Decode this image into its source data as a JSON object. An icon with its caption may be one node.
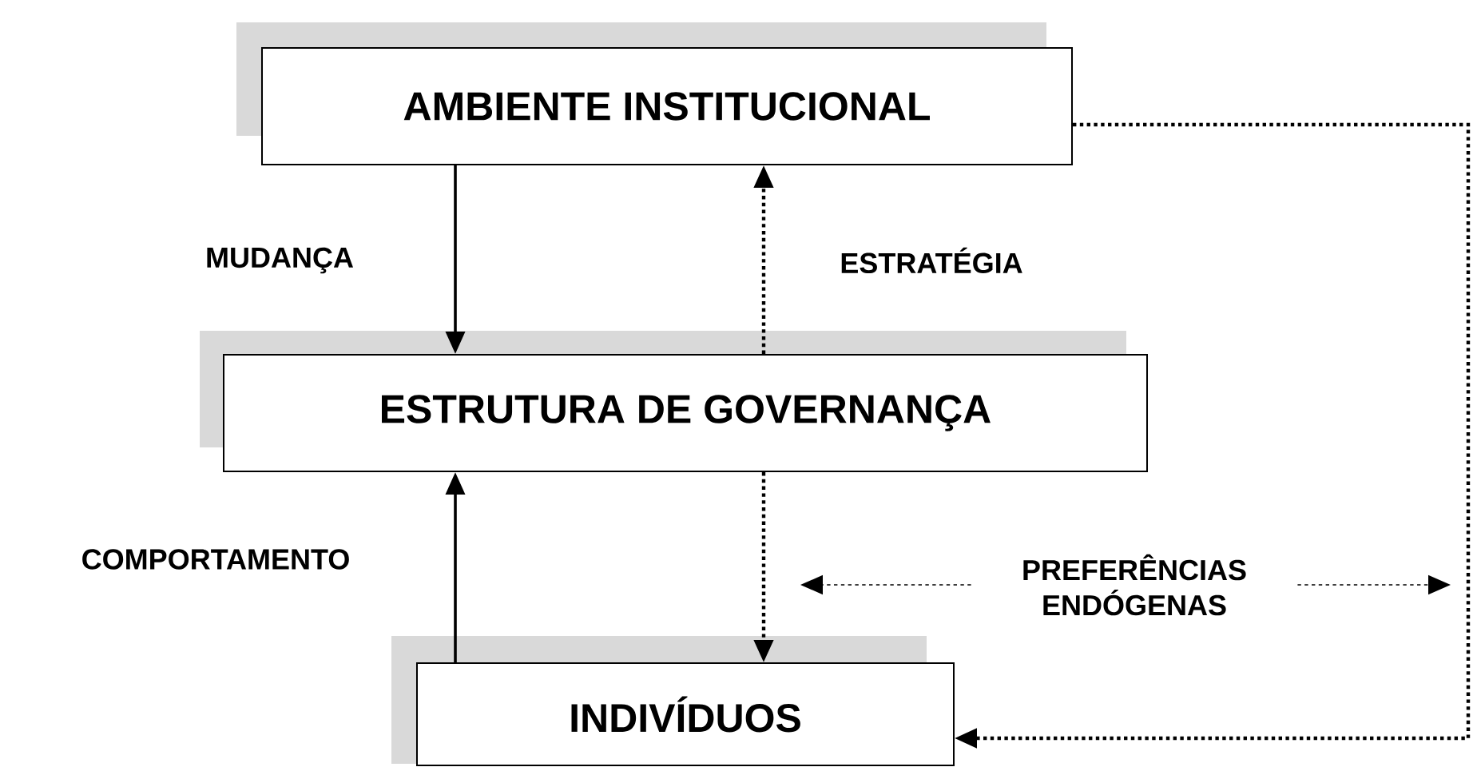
{
  "diagram": {
    "nodes": [
      {
        "text": [
          "AMBIENTE INSTITUCIONAL"
        ]
      },
      {
        "text": [
          "ESTRUTURA DE GOVERNANÇA"
        ]
      },
      {
        "text": [
          "INDIVÍDUOS"
        ]
      },
      {
        "text": [
          "PREFERÊNCIAS ENDÓGENAS"
        ]
      }
    ],
    "edges": [
      {
        "from": 0,
        "to": 1,
        "arrow": "to",
        "label": "MUDANÇA"
      },
      {
        "from": 1,
        "to": 0,
        "arrow": "to",
        "label": "ESTRATÉGIA",
        "style": "dashed"
      },
      {
        "from": 2,
        "to": 1,
        "arrow": "to",
        "label": "COMPORTAMENTO"
      },
      {
        "from": 1,
        "to": 2,
        "arrow": "to",
        "style": "dashed"
      },
      {
        "from": 0,
        "to": 2,
        "arrow": "to",
        "style": "dashed"
      },
      {
        "from": 3,
        "to": null,
        "arrow": "to",
        "style": "dashed"
      },
      {
        "from": 3,
        "to": null,
        "arrow": "to",
        "style": "dashed"
      }
    ]
  }
}
